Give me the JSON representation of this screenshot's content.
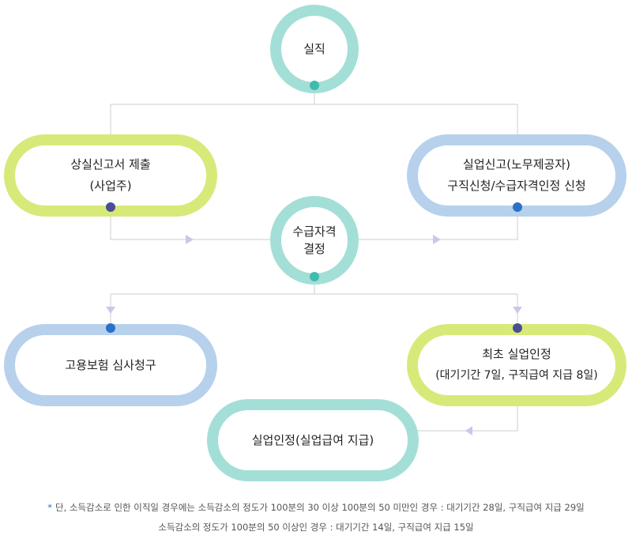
{
  "nodes": {
    "sil_jik": "실직",
    "loss_report_line1": "상실신고서 제출",
    "loss_report_line2": "(사업주)",
    "unemployment_report_line1": "실업신고(노무제공자)",
    "unemployment_report_line2": "구직신청/수급자격인정 신청",
    "eligibility_line1": "수급자격",
    "eligibility_line2": "결정",
    "review_request": "고용보험 심사청구",
    "first_recognition_line1": "최초 실업인정",
    "first_recognition_line2": "(대기기간 7일, 구직급여 지급 8일)",
    "recognition": "실업인정(실업급여 지급)"
  },
  "footnote": {
    "marker": "*",
    "line1": "단, 소득감소로 인한 이직일 경우에는 소득감소의 정도가 100분의 30 이상 100분의 50 미만인 경우 : 대기기간 28일, 구직급여 지급 29일",
    "line2": "소득감소의 정도가 100분의 50 이상인 경우 : 대기기간 14일, 구직급여 지급 15일"
  },
  "colors": {
    "mint": "#a3dfd6",
    "lime": "#d7ea79",
    "sky": "#b7d1ec",
    "connector": "#cccccc",
    "arrow": "#c7c9ea",
    "dot_teal": "#3fbcae",
    "dot_navy": "#4a4e95",
    "dot_blue": "#2b71c8"
  }
}
